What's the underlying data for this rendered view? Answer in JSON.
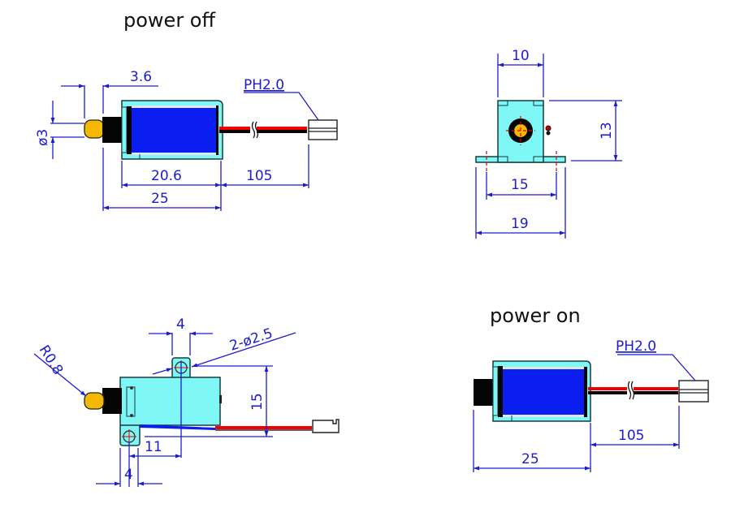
{
  "titles": {
    "power_off": "power off",
    "power_on": "power on"
  },
  "views": {
    "power_off_side": {
      "pin_offset": "3.6",
      "pin_diameter": "ø3",
      "connector_label": "PH2.0",
      "body_length": "20.6",
      "total_length": "25",
      "wire_length": "105"
    },
    "end_view": {
      "body_width": "10",
      "height": "13",
      "hole_spacing": "15",
      "flange_width": "19"
    },
    "mount_view": {
      "tab_width_top": "4",
      "hole_callout": "2-ø2.5",
      "tip_radius": "R0.8",
      "hole_height": "15",
      "hole_offset": "11",
      "tab_width_bottom": "4"
    },
    "power_on_side": {
      "connector_label": "PH2.0",
      "total_length": "25",
      "wire_length": "105"
    }
  },
  "colors": {
    "dimension": "#1c1ccc",
    "frame": "#7ff7f7",
    "coil": "#0a1ef0",
    "plunger": "#f5b800",
    "wire_red": "#f00000",
    "centerline": "#e00000"
  }
}
